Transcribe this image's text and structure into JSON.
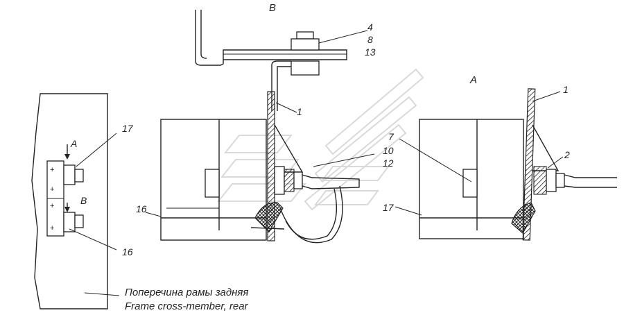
{
  "labels": {
    "view_b": "B",
    "view_a": "A",
    "arrow_a": "A",
    "arrow_b": "B",
    "n4": "4",
    "n8": "8",
    "n13": "13",
    "n1_mid": "1",
    "n1_right": "1",
    "n2": "2",
    "n7": "7",
    "n10": "10",
    "n12": "12",
    "n16_left": "16",
    "n16_mid": "16",
    "n17_left": "17",
    "n17_right": "17",
    "plus_1": "+",
    "plus_2": "+",
    "plus_3": "+",
    "plus_4": "+"
  },
  "caption": {
    "ru": "Поперечина рамы задняя",
    "en": "Frame cross-member, rear"
  },
  "colors": {
    "line": "#222222",
    "watermark": "#d9d9d9",
    "background": "#ffffff"
  }
}
